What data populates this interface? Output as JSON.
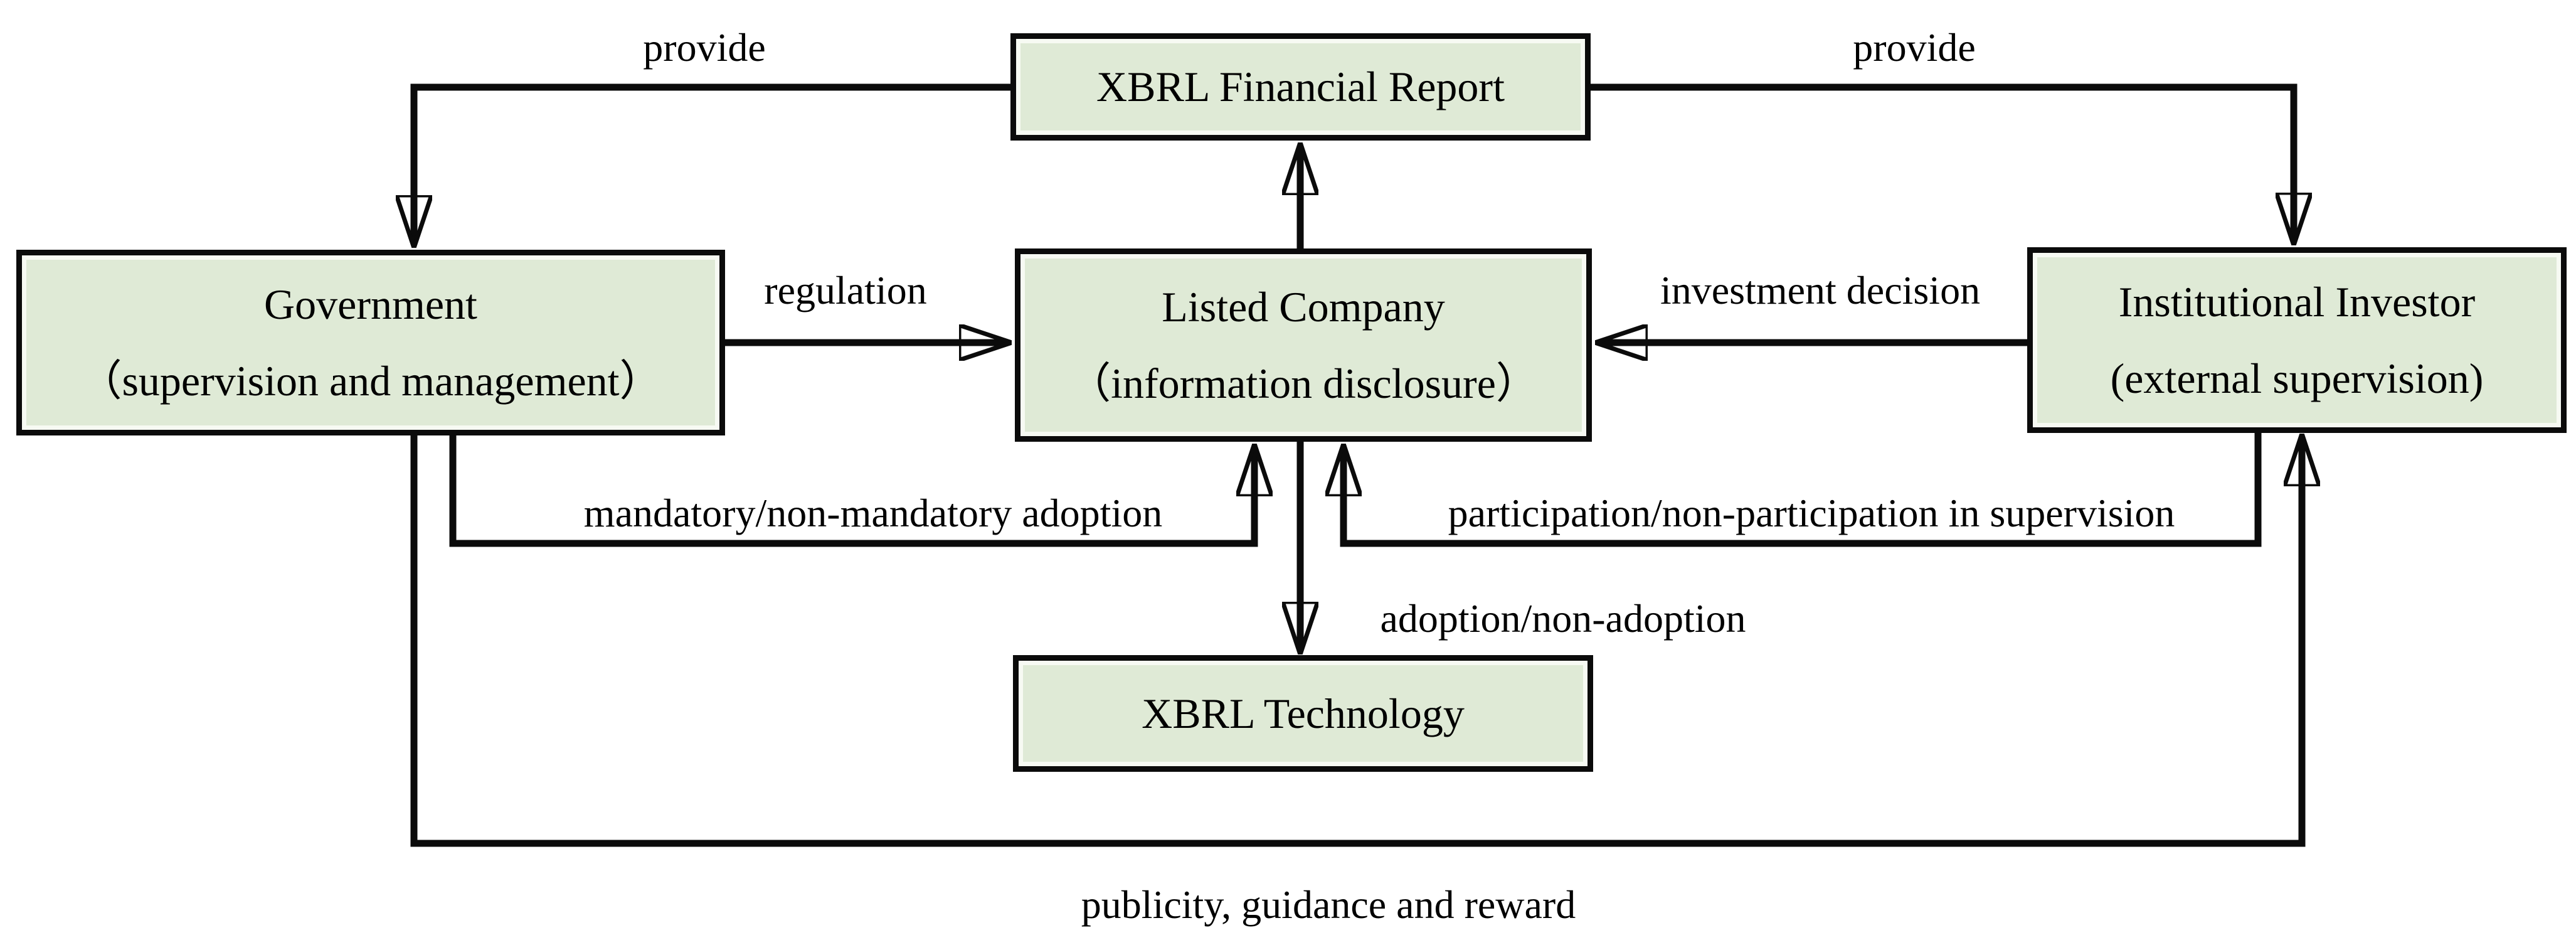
{
  "colors": {
    "box_fill": "#dfead6",
    "box_inner": "#f7faf3",
    "line": "#0b0b0b",
    "text": "#000000",
    "bg": "#ffffff"
  },
  "nodes": {
    "report": {
      "lines": [
        "XBRL Financial Report"
      ]
    },
    "government": {
      "lines": [
        "Government",
        "（supervision and management）"
      ]
    },
    "company": {
      "lines": [
        "Listed Company",
        "（information disclosure）"
      ]
    },
    "investor": {
      "lines": [
        "Institutional Investor",
        "(external supervision)"
      ]
    },
    "technology": {
      "lines": [
        "XBRL Technology"
      ]
    }
  },
  "edges": [
    {
      "id": "provide-left",
      "label": "provide",
      "from": "XBRL Financial Report",
      "to": "Government"
    },
    {
      "id": "provide-right",
      "label": "provide",
      "from": "XBRL Financial Report",
      "to": "Institutional Investor"
    },
    {
      "id": "report-up",
      "label": "",
      "from": "Listed Company",
      "to": "XBRL Financial Report"
    },
    {
      "id": "regulation",
      "label": "regulation",
      "from": "Government",
      "to": "Listed Company"
    },
    {
      "id": "investment-decision",
      "label": "investment decision",
      "from": "Institutional Investor",
      "to": "Listed Company"
    },
    {
      "id": "mandatory-adoption",
      "label": "mandatory/non-mandatory adoption",
      "from": "Government",
      "to": "Listed Company"
    },
    {
      "id": "participation",
      "label": "participation/non-participation in supervision",
      "from": "Institutional Investor",
      "to": "Listed Company"
    },
    {
      "id": "adoption",
      "label": "adoption/non-adoption",
      "from": "Listed Company",
      "to": "XBRL Technology"
    },
    {
      "id": "publicity",
      "label": "publicity, guidance and reward",
      "from": "Government",
      "to": "Institutional Investor"
    }
  ]
}
